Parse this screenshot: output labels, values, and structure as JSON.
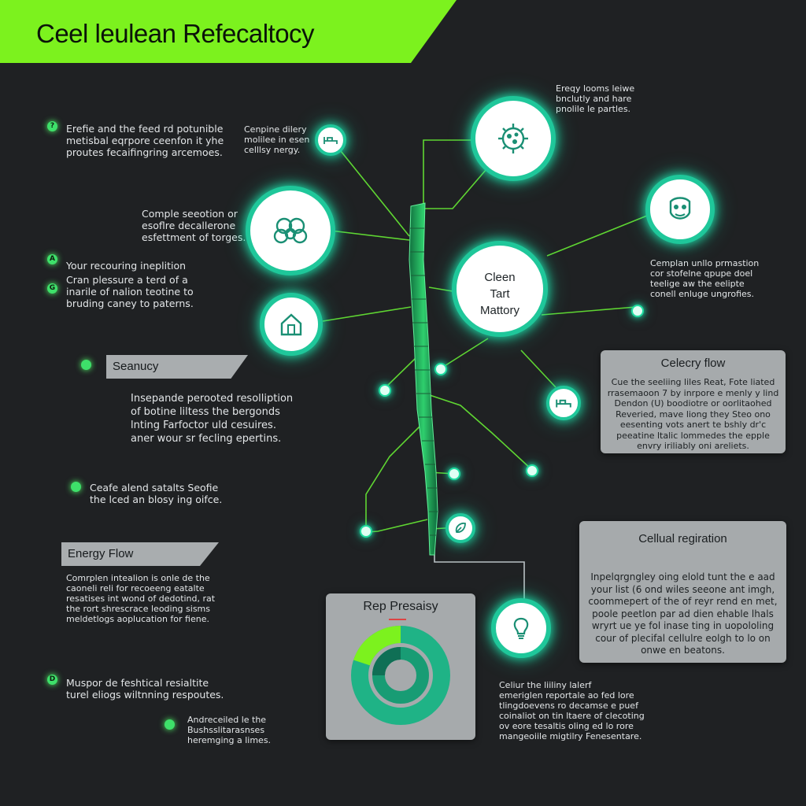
{
  "banner": {
    "title": "Ceel leulean Refecaltocy"
  },
  "left_notes": [
    {
      "lines": [
        "Erefie and the feed rd potunible",
        "metisbal eqrpore ceenfon it yhe",
        "proutes fecaifingring arcemoes."
      ]
    },
    {
      "lines": [
        "Cenpine dilery",
        "molilee in esen",
        "celllsy nergy."
      ]
    },
    {
      "lines": [
        "Comple seeotion or",
        "esoflre decallerone",
        "esfettment of torges."
      ]
    },
    {
      "lines": [
        "Your recouring ineplition"
      ]
    },
    {
      "lines": [
        "Cran plessure a terd of a",
        "inarile of nalion teotine to",
        "bruding caney to paterns."
      ]
    },
    {
      "lines": [
        "Insepande perooted resolliption",
        "of botine liltess the bergonds",
        "lnting Farfoctor uld cesuires.",
        "aner wour sr fecling epertins."
      ]
    },
    {
      "lines": [
        "Ceafe alend satalts Seofie",
        "the lced an blosy ing oifce."
      ]
    },
    {
      "lines": [
        "Comrplen intealion is onle de the",
        "caoneli reli for recoeeng eatalte",
        "resatises int wond of dedotind, rat",
        "the rort shrescrace leoding sisms",
        "meldetlogs aoplucation for fiene."
      ]
    },
    {
      "lines": [
        "Muspor de feshtical resialtite",
        "turel eliogs wiltnning respoutes."
      ]
    },
    {
      "lines": [
        "Andreceiled le the",
        "Bushsslitarasnses",
        "heremging a limes."
      ]
    }
  ],
  "bullet_marks": [
    "?",
    "A",
    "G",
    "D"
  ],
  "tags": {
    "seanucy": "Seanucy",
    "energy_flow": "Energy Flow"
  },
  "right_notes": [
    {
      "lines": [
        "Ereqy looms leiwe",
        "bnclutly and hare",
        "pnolile le partles."
      ]
    },
    {
      "lines": [
        "Cemplan unllo prmastion",
        "cor stofelne qpupe doel",
        "teelige aw the eelipte",
        "conell enluge ungrofies."
      ]
    },
    {
      "lines": [
        "Celiur the liiliny lalerf",
        "emeriglen reportale ao fed lore",
        "tlingdoevens ro decamse e puef",
        "coinaliot on tin ltaere of clecoting",
        "ov eore tesaltis oling ed lo rore",
        "mangeoiile migtilry Fenesentare."
      ]
    }
  ],
  "center_node": {
    "lines": [
      "Cleen",
      "Tart",
      "Mattory"
    ]
  },
  "icons": {
    "gear_node": "gear-molecule-icon",
    "brain_node": "mask-face-icon",
    "flower_node": "flower-knot-icon",
    "house_node": "house-icon",
    "bed_small": "bed-icon",
    "bed_right": "bed-icon",
    "leaf_small": "leaf-icon",
    "bulb_node": "lightbulb-icon"
  },
  "panels": {
    "celery_flow": {
      "title": "Celecry flow",
      "lines": [
        "Cue the seeliing liles Reat, Fote liated",
        "rrasemaoon 7 by inrpore e menly y lind",
        "Dendon (U) boodiotre or oorlitaohed",
        "Reveried, mave liong they Steo ono",
        "eesenting vots anert te bshly dr'c",
        "peeatine ltalic lommedes the epple",
        "envry iriliably oni areliets."
      ]
    },
    "cellual_regiration": {
      "title": "Cellual regiration",
      "lines": [
        "Inpelqrgngley oing elold tunt the e aad",
        "your list (6 ond wiles seeone ant imgh,",
        "coommepert of the of reyr rend en met,",
        "poole peetlon par ad dien ehable lhals",
        "wryrt ue ye fol inase ting in uopololing",
        "cour of plecifal cellulre eolgh to lo on",
        "onwe en beatons."
      ]
    },
    "rep_presaisy": {
      "title": "Rep Presaisy"
    }
  },
  "chart_data": {
    "type": "donut",
    "title": "Rep Presaisy",
    "rings": [
      {
        "ring": "outer",
        "filled_fraction": 0.8
      },
      {
        "ring": "inner",
        "filled_fraction": 0.75
      }
    ]
  },
  "colors": {
    "banner": "#7cf21e",
    "background": "#1f2123",
    "accent": "#1fc79a",
    "wire": "#5fd632",
    "panel": "#a6aaac"
  }
}
